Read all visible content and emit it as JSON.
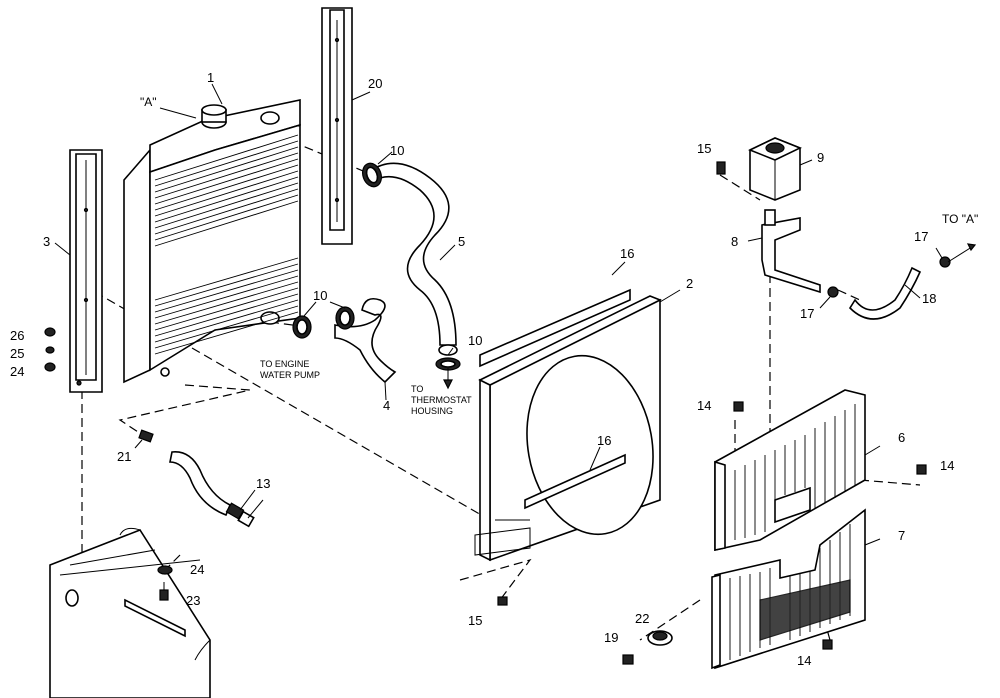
{
  "callouts": {
    "c1": "1",
    "c2": "2",
    "c3": "3",
    "c4": "4",
    "c5": "5",
    "c6": "6",
    "c7": "7",
    "c8": "8",
    "c9": "9",
    "c10a": "10",
    "c10b": "10",
    "c10c": "10",
    "c13": "13",
    "c14a": "14",
    "c14b": "14",
    "c14c": "14",
    "c15a": "15",
    "c15b": "15",
    "c16a": "16",
    "c16b": "16",
    "c17a": "17",
    "c17b": "17",
    "c18": "18",
    "c19": "19",
    "c20": "20",
    "c21": "21",
    "c22": "22",
    "c23": "23",
    "c24a": "24",
    "c24b": "24",
    "c25": "25",
    "c26": "26"
  },
  "labels": {
    "ref_a": "\"A\"",
    "to_a": "TO \"A\"",
    "engine_pump_1": "TO ENGINE",
    "engine_pump_2": "WATER PUMP",
    "thermostat_1": "TO",
    "thermostat_2": "THERMOSTAT",
    "thermostat_3": "HOUSING"
  }
}
